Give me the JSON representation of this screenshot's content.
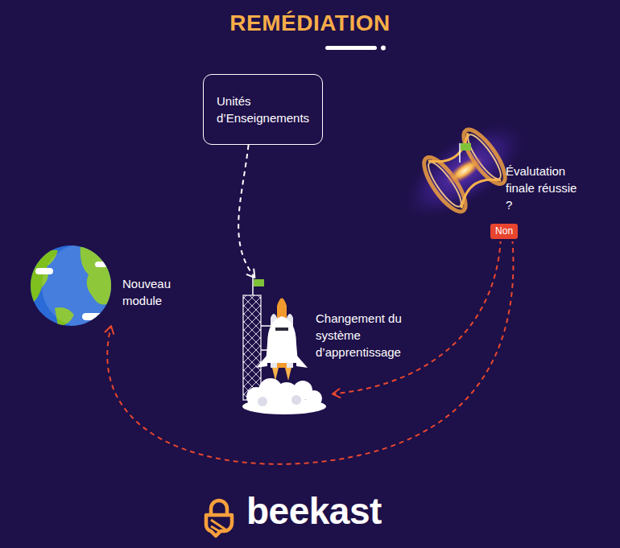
{
  "diagram": {
    "title": "REMÉDIATION",
    "nodes": [
      {
        "text": [
          "Unités d’Enseignements"
        ]
      },
      {
        "text": [
          "Évalutation finale réussie ?"
        ]
      },
      {
        "text": [
          "Nouveau module"
        ]
      },
      {
        "text": [
          "Changement du système d’apprentissage"
        ]
      }
    ],
    "edges": [
      {
        "from": 0,
        "to": 3,
        "arrow": "to"
      },
      {
        "from": 1,
        "to": 3,
        "label": "Non",
        "arrow": "to"
      },
      {
        "from": 1,
        "to": 2,
        "arrow": "to"
      }
    ],
    "labels": [
      "beekast"
    ]
  }
}
